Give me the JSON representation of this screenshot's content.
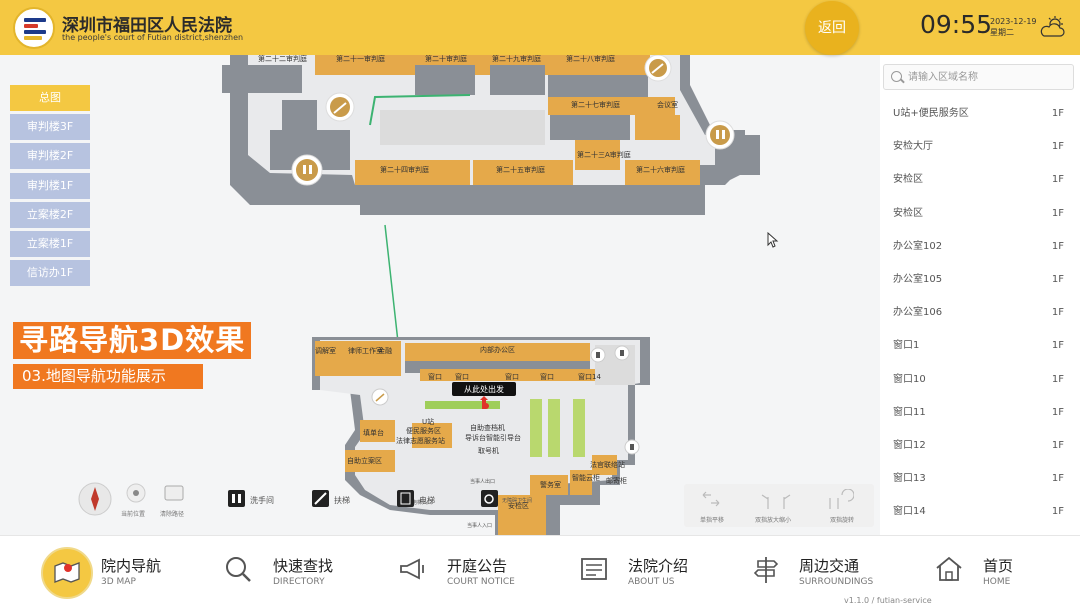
{
  "header": {
    "court_name": "深圳市福田区人民法院",
    "court_name_en": "the people's court of Futian district,shenzhen",
    "back_label": "返回",
    "time": "09:55",
    "date": "2023-12-19",
    "weekday": "星期二",
    "weather_icon": "cloud-sun-icon",
    "accent_color": "#f4c842"
  },
  "floor_menu": [
    {
      "label": "总图",
      "active": true
    },
    {
      "label": "审判楼3F"
    },
    {
      "label": "审判楼2F"
    },
    {
      "label": "审判楼1F"
    },
    {
      "label": "立案楼2F"
    },
    {
      "label": "立案楼1F"
    },
    {
      "label": "信访办1F"
    }
  ],
  "banner": {
    "title": "寻路导航3D效果",
    "subtitle": "03.地图导航功能展示"
  },
  "map": {
    "upper_rooms": [
      "第二十二审判庭",
      "第二十一审判庭",
      "第二十审判庭",
      "第二十九审判庭",
      "第二十八审判庭",
      "第二十七审判庭",
      "会议室",
      "第二十三A审判庭",
      "第二十四审判庭",
      "第二十五审判庭",
      "第二十六审判庭"
    ],
    "lower_rooms": [
      "内部办公区",
      "调解室",
      "律师工作室",
      "金融",
      "窗口",
      "窗口",
      "窗口",
      "窗口",
      "窗口14",
      "U站",
      "便民服务区",
      "法律志愿服务站",
      "自助查档机",
      "导诉台智能引导台",
      "取号机",
      "填单台",
      "自助立案区",
      "警务室",
      "智能云柜",
      "法官联络站",
      "邮寄柜",
      "安检区",
      "当事人出口",
      "当事人入口",
      "无障碍卫生间",
      "电梯入口",
      "律师入口"
    ],
    "start_label": "从此处出发",
    "controls": {
      "locate_label": "当前位置",
      "clear_label": "清除路径",
      "restroom_label": "洗手间",
      "stairs_label": "扶梯",
      "elevator_label": "电梯",
      "gesture_pan": "单指平移",
      "gesture_zoom": "双指放大缩小",
      "gesture_rotate": "双指旋转"
    }
  },
  "search": {
    "placeholder": "请输入区域名称"
  },
  "areas": [
    {
      "name": "U站+便民服务区",
      "floor": "1F"
    },
    {
      "name": "安检大厅",
      "floor": "1F"
    },
    {
      "name": "安检区",
      "floor": "1F"
    },
    {
      "name": "安检区",
      "floor": "1F"
    },
    {
      "name": "办公室102",
      "floor": "1F"
    },
    {
      "name": "办公室105",
      "floor": "1F"
    },
    {
      "name": "办公室106",
      "floor": "1F"
    },
    {
      "name": "窗口1",
      "floor": "1F"
    },
    {
      "name": "窗口10",
      "floor": "1F"
    },
    {
      "name": "窗口11",
      "floor": "1F"
    },
    {
      "name": "窗口12",
      "floor": "1F"
    },
    {
      "name": "窗口13",
      "floor": "1F"
    },
    {
      "name": "窗口14",
      "floor": "1F"
    }
  ],
  "nav": [
    {
      "title": "院内导航",
      "en": "3D MAP",
      "icon": "map-icon",
      "active": true
    },
    {
      "title": "快速查找",
      "en": "DIRECTORY",
      "icon": "search-icon"
    },
    {
      "title": "开庭公告",
      "en": "COURT NOTICE",
      "icon": "megaphone-icon"
    },
    {
      "title": "法院介绍",
      "en": "ABOUT US",
      "icon": "newspaper-icon"
    },
    {
      "title": "周边交通",
      "en": "SURROUNDINGS",
      "icon": "signpost-icon"
    },
    {
      "title": "首页",
      "en": "HOME",
      "icon": "home-icon"
    }
  ],
  "version": "v1.1.0 / futian-service"
}
